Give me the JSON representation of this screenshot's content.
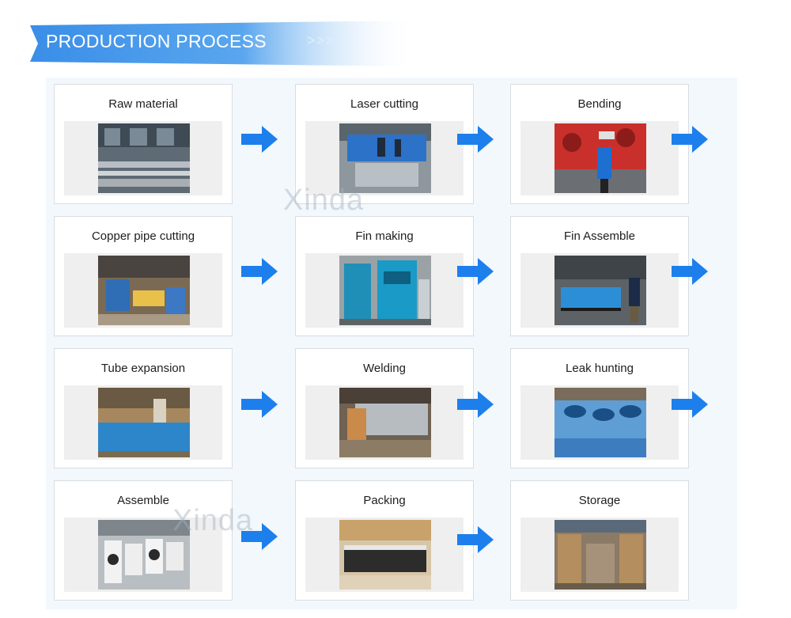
{
  "header": {
    "title": "PRODUCTION PROCESS",
    "arrows": ">>>"
  },
  "watermarks": [
    "Xinda",
    "Xinda"
  ],
  "steps": [
    {
      "label": "Raw material"
    },
    {
      "label": "Laser cutting"
    },
    {
      "label": "Bending"
    },
    {
      "label": "Copper pipe cutting"
    },
    {
      "label": "Fin making"
    },
    {
      "label": "Fin Assemble"
    },
    {
      "label": "Tube expansion"
    },
    {
      "label": "Welding"
    },
    {
      "label": "Leak hunting"
    },
    {
      "label": "Assemble"
    },
    {
      "label": "Packing"
    },
    {
      "label": "Storage"
    }
  ],
  "colors": {
    "banner": "#3b90e8",
    "arrow": "#1d7fec",
    "panel": "#f3f8fd"
  },
  "icons": {
    "step_arrow": "right-arrow-icon"
  }
}
